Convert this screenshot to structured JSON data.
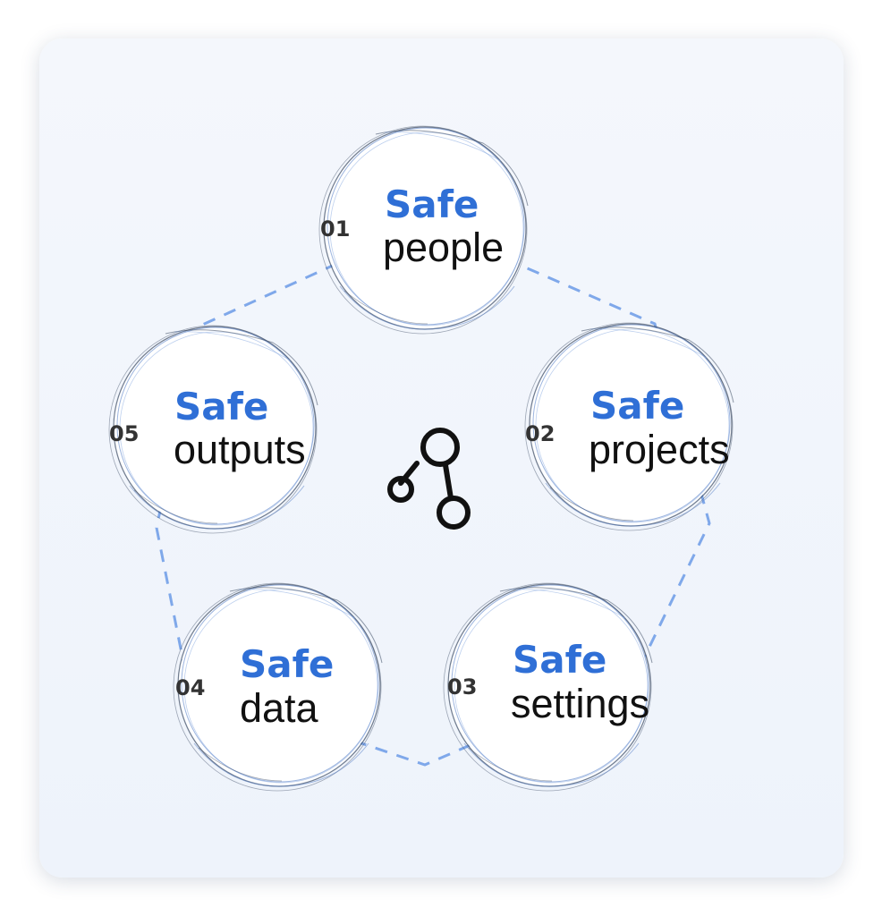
{
  "nodes": [
    {
      "number": "01",
      "keyword": "Safe",
      "label": "people"
    },
    {
      "number": "02",
      "keyword": "Safe",
      "label": "projects"
    },
    {
      "number": "03",
      "keyword": "Safe",
      "label": "settings"
    },
    {
      "number": "04",
      "keyword": "Safe",
      "label": "data"
    },
    {
      "number": "05",
      "keyword": "Safe",
      "label": "outputs"
    }
  ],
  "center": {
    "icon": "network-icon"
  },
  "colors": {
    "keyword": "#2f6fd6",
    "label": "#111111",
    "number": "#333333",
    "dash": "#7fa8ea",
    "card": "#f2f6fc"
  }
}
